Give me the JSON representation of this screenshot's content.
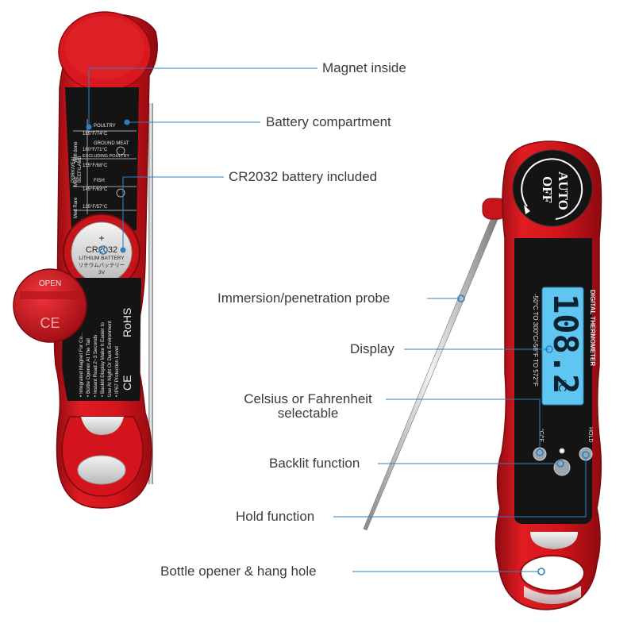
{
  "callouts": {
    "magnet": "Magnet inside",
    "battery_compartment": "Battery compartment",
    "battery_included": "CR2032 battery included",
    "probe": "Immersion/penetration probe",
    "display": "Display",
    "celsius_line1": "Celsius or Fahrenheit",
    "celsius_line2": "selectable",
    "backlit": "Backlit function",
    "hold": "Hold function",
    "bottle": "Bottle opener & hang hole"
  },
  "left_device": {
    "doneness_groups": [
      "BEEF/LAMB",
      "PORK/VEAL"
    ],
    "doneness_levels": [
      "Well done",
      "Med",
      "Med Rare"
    ],
    "temps": [
      {
        "name": "POULTRY",
        "temp": "165°F/74°C"
      },
      {
        "name": "GROUND MEAT",
        "temp": "160°F/71°C"
      },
      {
        "name": "EXCLUDING POULTRY",
        "temp": "155°F/68°C"
      },
      {
        "name": "FISH",
        "temp": "145°F/63°C"
      },
      {
        "name": "",
        "temp": "135°F/57°C"
      }
    ],
    "battery_text": [
      "CR2032",
      "LITHIUM BATTERY",
      "リチウムバッテリー",
      "3V"
    ],
    "cap_text": "OPEN",
    "ce_mark": "CE",
    "rohs_mark": "RoHS",
    "features": [
      "• Integrated Magnet For Co...",
      "• Bottle Opener At The Tail",
      "• Instant Read 2~3 Seconds",
      "• Backlit Display Make It Easier to",
      "  Use At Night Or Dark Environment",
      "• IP67 Protection Level"
    ]
  },
  "right_device": {
    "auto_off_line1": "AUTO",
    "auto_off_line2": "OFF",
    "lcd_value": "108.2",
    "lcd_unit": "°C",
    "range_text": "-50°C TO 300°C/-58°F  TO 572°F",
    "brand_text": "DIGITAL THERMOMETER",
    "cf_label": "°C/°F",
    "hold_label": "HOLD"
  },
  "colors": {
    "body_red": "#d4141c",
    "dark_red": "#8e0b10",
    "panel_black": "#141414",
    "lcd_blue": "#5fc6f2",
    "callout_line": "#2f7fbf"
  }
}
